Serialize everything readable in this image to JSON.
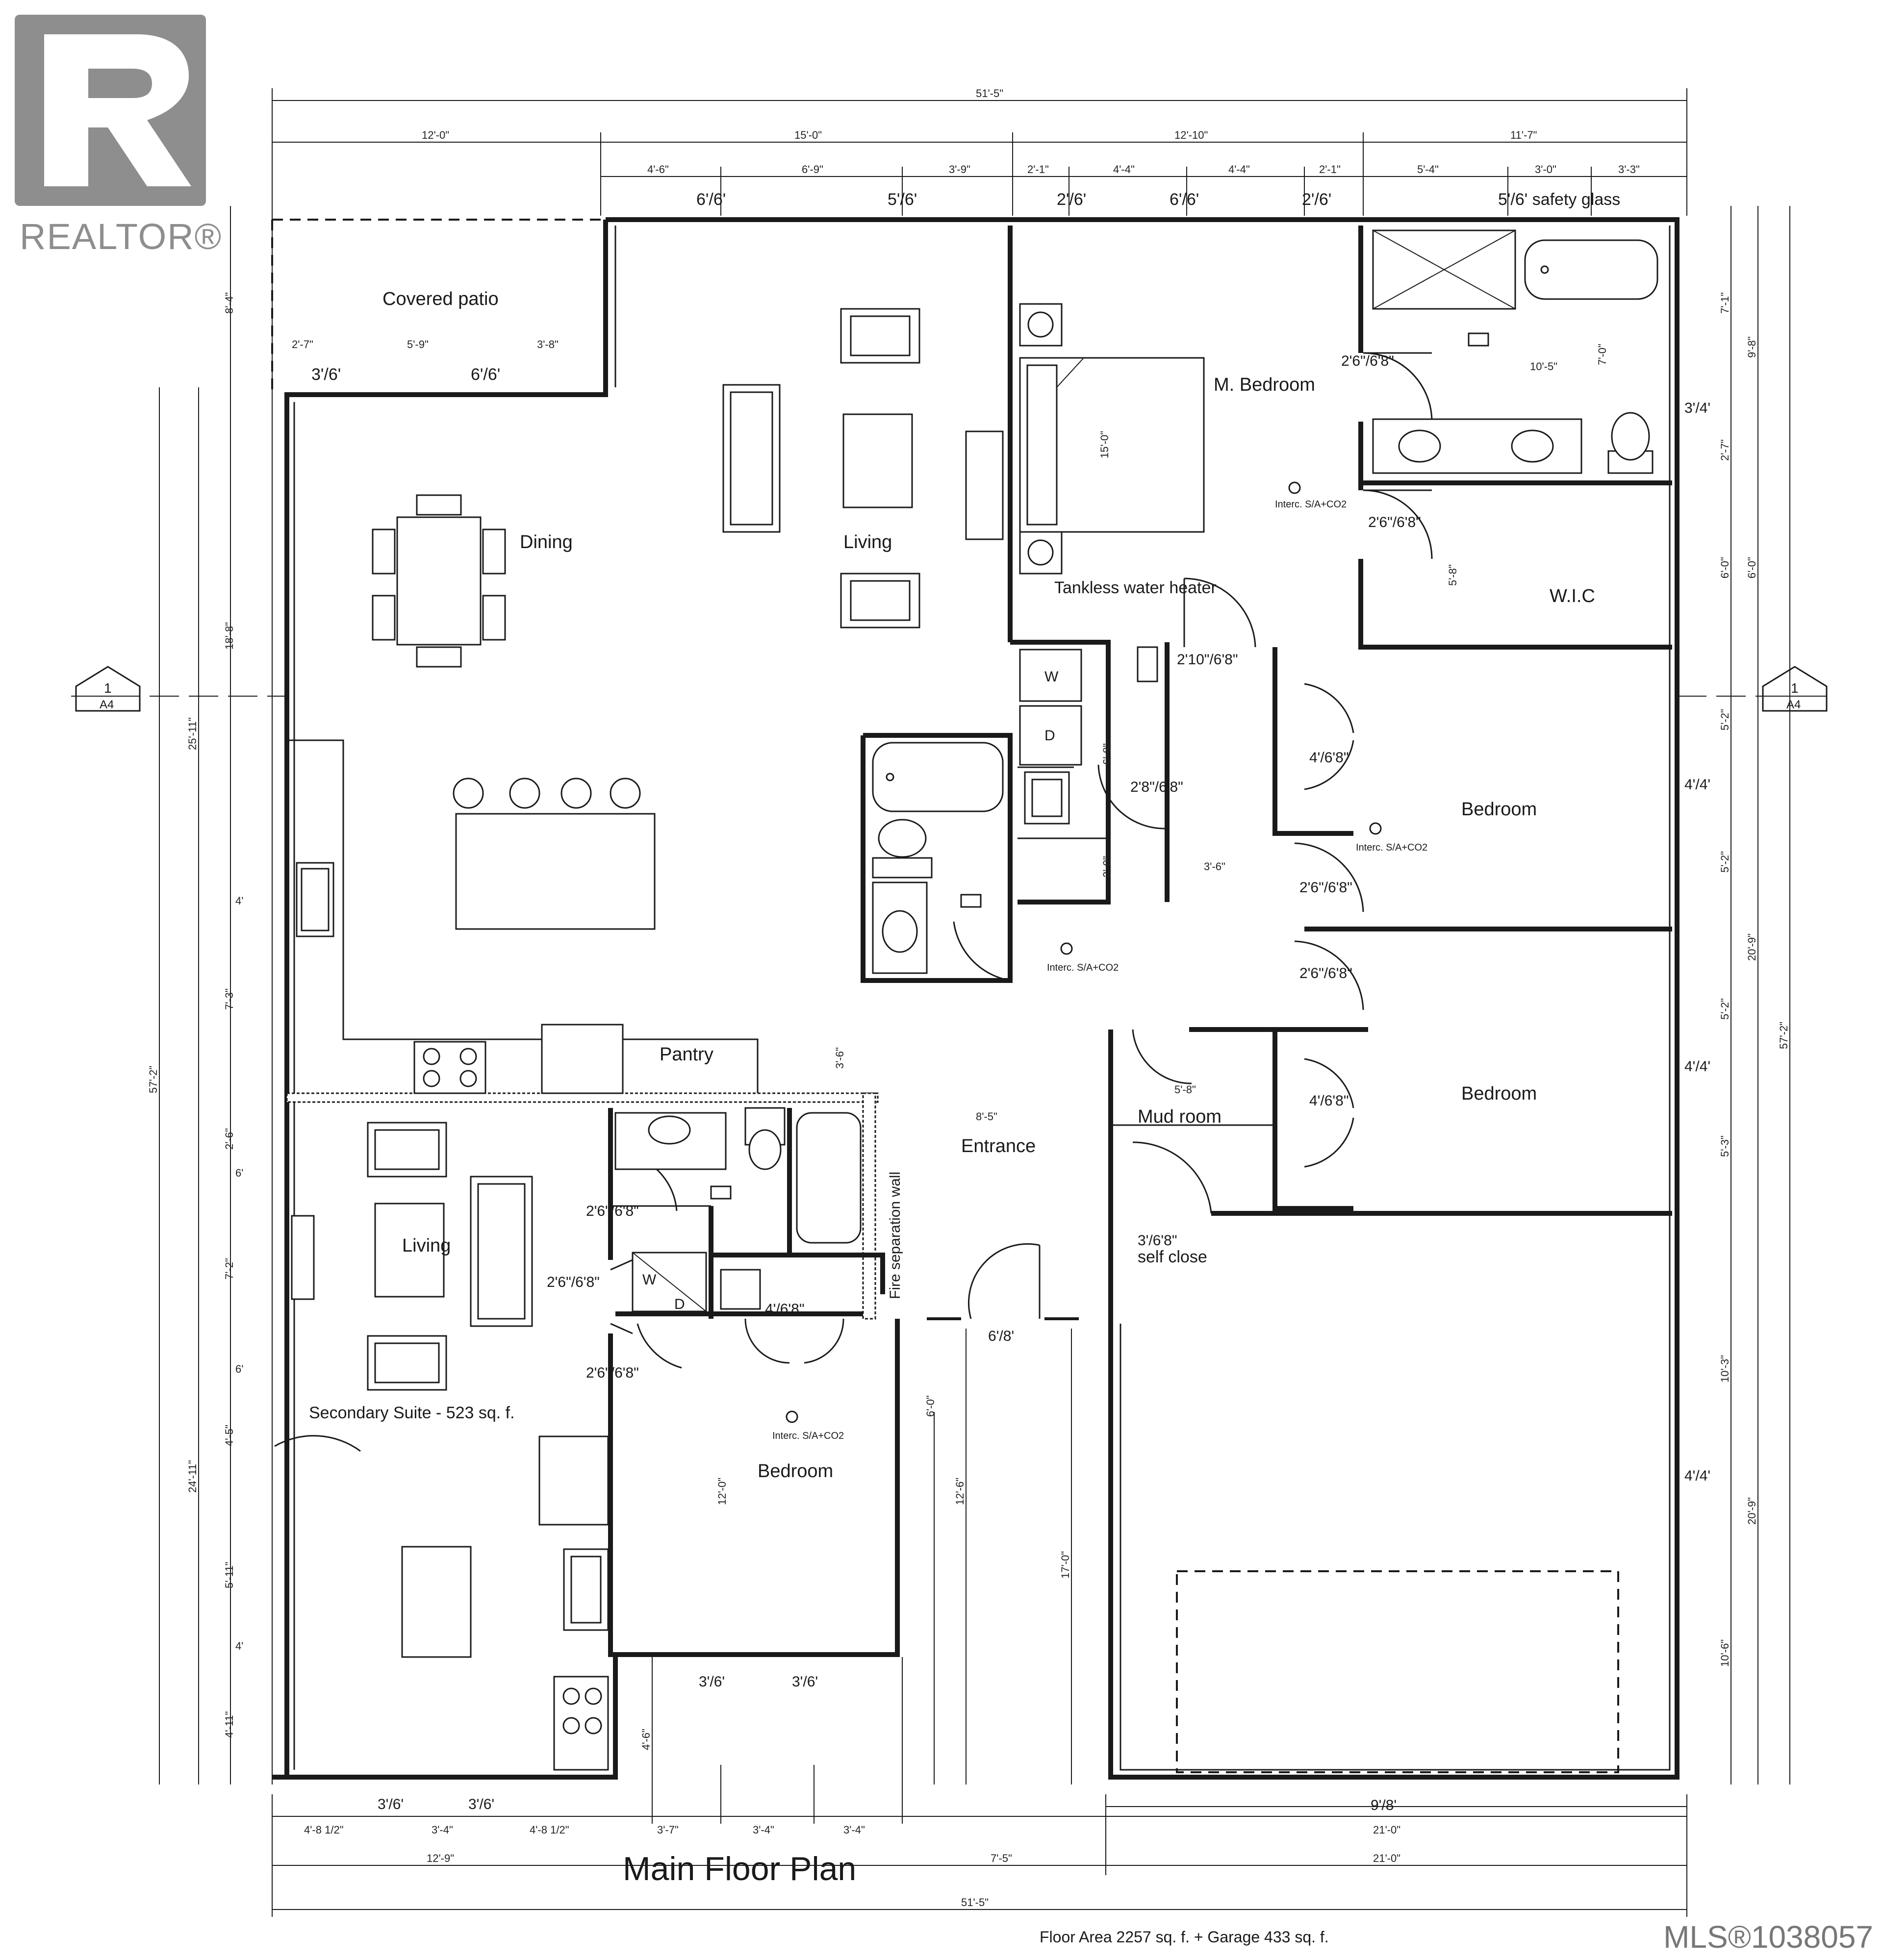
{
  "branding": {
    "logo_text": "REALTOR®",
    "mls_label": "MLS®1038057"
  },
  "title": "Main Floor Plan",
  "floor_area_note": "Floor Area 2257 sq. f. + Garage 433 sq. f.",
  "section_marker": {
    "number": "1",
    "sheet": "A4"
  },
  "rooms": {
    "covered_patio": "Covered patio",
    "dining": "Dining",
    "living": "Living",
    "master_bedroom": "M. Bedroom",
    "wic": "W.I.C",
    "tankless": "Tankless water heater",
    "bedroom_2": "Bedroom",
    "bedroom_3": "Bedroom",
    "pantry": "Pantry",
    "entrance": "Entrance",
    "mud_room": "Mud room",
    "suite_living": "Living",
    "secondary_suite": "Secondary Suite - 523 sq. f.",
    "suite_bedroom": "Bedroom",
    "fire_wall": "Fire separation wall",
    "self_close": "self close"
  },
  "detector_label": "Interc. S/A+CO2",
  "appliance_labels": {
    "washer": "W",
    "dryer": "D"
  },
  "dimensions": {
    "top_overall": "51'-5\"",
    "top_row2": [
      "12'-0\"",
      "15'-0\"",
      "12'-10\"",
      "11'-7\""
    ],
    "top_row3": [
      "4'-6\"",
      "6'-9\"",
      "3'-9\"",
      "2'-1\"",
      "4'-4\"",
      "4'-4\"",
      "2'-1\"",
      "5'-4\"",
      "3'-0\"",
      "3'-3\""
    ],
    "windows_top": [
      "6'/6'",
      "5'/6'",
      "2'/6'",
      "6'/6'",
      "2'/6'",
      "5'/6' safety glass"
    ],
    "patio_dims": [
      "2'-7\"",
      "5'-9\"",
      "3'-8\""
    ],
    "patio_windows": [
      "3'/6'",
      "6'/6'"
    ],
    "left_overall": "57'-2\"",
    "left_dims": [
      "8'-4\"",
      "25'-11\"",
      "18'-8\"",
      "4'",
      "7'-3\"",
      "2'-6\"",
      "6'",
      "7'-2\"",
      "6'",
      "4'-5\"",
      "5'-11\"",
      "4'",
      "4'-11\"",
      "24'-11\""
    ],
    "right_overall": "57'-2\"",
    "right_dims": [
      "7'-1\"",
      "9'-8\"",
      "2'-7\"",
      "6'-0\"",
      "6'-0\"",
      "5'-2\"",
      "5'-2\"",
      "20'-9\"",
      "5'-2\"",
      "5'-3\"",
      "10'-3\"",
      "20'-9\"",
      "10'-6\""
    ],
    "right_windows": [
      "3'/4'",
      "4'/4'",
      "4'/4'",
      "4'/4'"
    ],
    "interior": [
      "2'6\"/6'8\"",
      "10'-5\"",
      "7'-0\"",
      "15'-0\"",
      "2'6\"/6'8\"",
      "5'-8\"",
      "2'10\"/6'8\"",
      "6'-8\"",
      "2'8\"/6'8\"",
      "4'/6'8\"",
      "2'-0\"",
      "3'-6\"",
      "2'6\"/6'8\"",
      "2'6\"/6'8\"",
      "3'-6\"",
      "8'-5\"",
      "5'-8\"",
      "4'/6'8\"",
      "3'/6'8\"",
      "2'6\"/6'8\"",
      "2'6\"/6'8\"",
      "2'6\"/6'8\"",
      "4'/6'8\"",
      "6'/8'",
      "6'-0\"",
      "12'-0\"",
      "12'-6\"",
      "17'-0\"",
      "3'/6'",
      "3'/6'",
      "4'-6\""
    ],
    "bottom_windows": [
      "3'/6'",
      "3'/6'"
    ],
    "bottom_row1": [
      "4'-8 1/2\"",
      "3'-4\"",
      "4'-8 1/2\"",
      "3'-7\"",
      "3'-4\"",
      "3'-4\""
    ],
    "garage_door": "9'/8'",
    "garage_width": "21'-0\"",
    "bottom_row2": [
      "12'-9\"",
      "7'-5\"",
      "21'-0\""
    ],
    "bottom_overall": "51'-5\""
  }
}
